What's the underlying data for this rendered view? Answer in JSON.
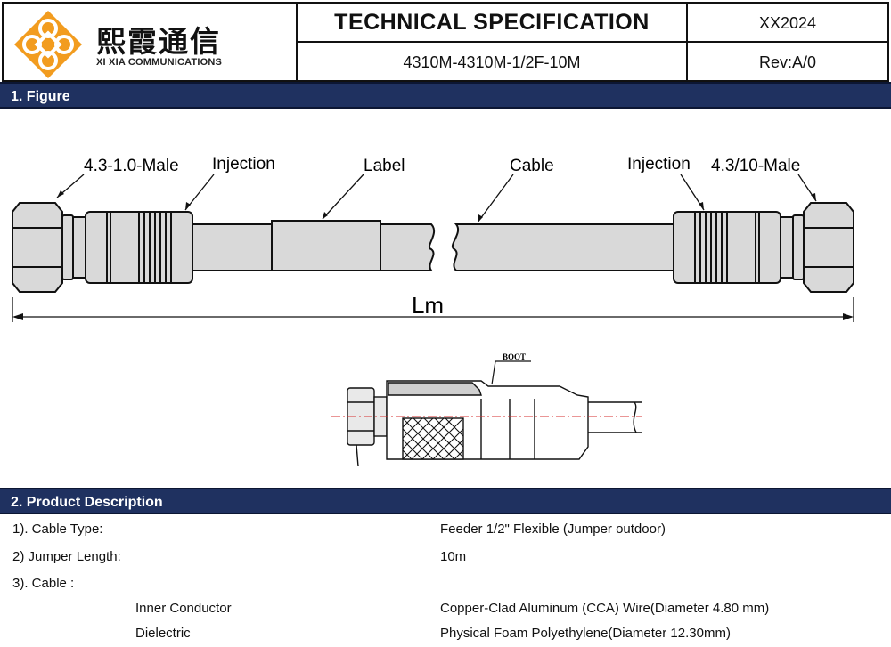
{
  "header": {
    "brand_cn": "熙霞通信",
    "brand_en": "XI XIA COMMUNICATIONS",
    "title": "TECHNICAL SPECIFICATION",
    "model": "4310M-4310M-1/2F-10M",
    "doc_code": "XX2024",
    "revision": "Rev:A/0"
  },
  "sections": {
    "figure": {
      "title": "1. Figure"
    },
    "product": {
      "title": "2.  Product Description"
    }
  },
  "figure": {
    "callouts": {
      "left_connector": "4.3-1.0-Male",
      "injection_left": "Injection",
      "label": "Label",
      "cable": "Cable",
      "injection_right": "Injection",
      "right_connector": "4.3/10-Male"
    },
    "length_label": "Lm",
    "detail_callout": "BOOT"
  },
  "product": {
    "rows": [
      {
        "label": "1). Cable Type:",
        "value": "Feeder 1/2\" Flexible (Jumper outdoor)"
      },
      {
        "label": "2)  Jumper Length:",
        "value": "10m"
      },
      {
        "label": "3). Cable :",
        "value": ""
      },
      {
        "label": "Inner Conductor",
        "value": "Copper-Clad Aluminum (CCA) Wire(Diameter 4.80 mm)"
      },
      {
        "label": "Dielectric",
        "value": "Physical Foam Polyethylene(Diameter 12.30mm)"
      }
    ]
  },
  "colors": {
    "section_bar": "#1f3160",
    "logo_orange": "#f29c1f",
    "center_line": "#d62e2e"
  }
}
